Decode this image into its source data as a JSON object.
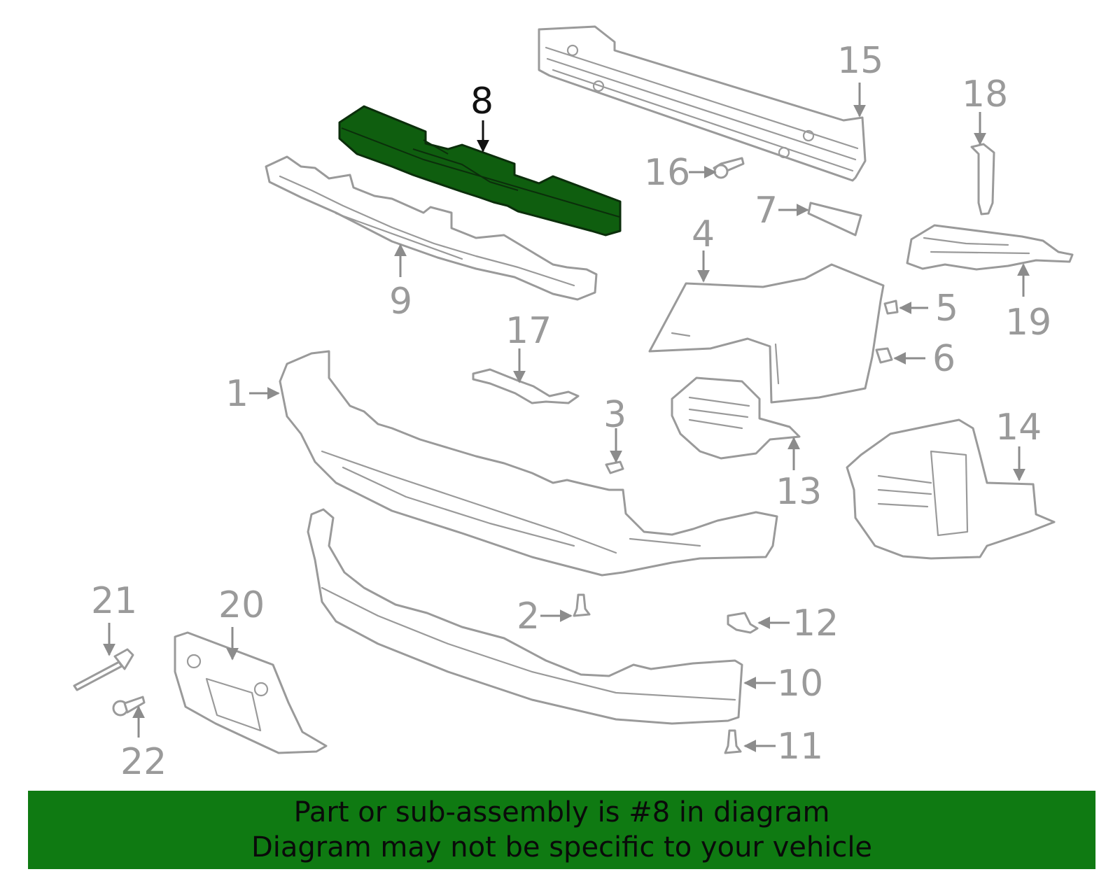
{
  "diagram": {
    "selected_part": "8",
    "highlight_color": "#0f5e0f",
    "banner_color": "#0f7a12",
    "callouts": [
      {
        "id": "1",
        "label": "1"
      },
      {
        "id": "2",
        "label": "2"
      },
      {
        "id": "3",
        "label": "3"
      },
      {
        "id": "4",
        "label": "4"
      },
      {
        "id": "5",
        "label": "5"
      },
      {
        "id": "6",
        "label": "6"
      },
      {
        "id": "7",
        "label": "7"
      },
      {
        "id": "8",
        "label": "8"
      },
      {
        "id": "9",
        "label": "9"
      },
      {
        "id": "10",
        "label": "10"
      },
      {
        "id": "11",
        "label": "11"
      },
      {
        "id": "12",
        "label": "12"
      },
      {
        "id": "13",
        "label": "13"
      },
      {
        "id": "14",
        "label": "14"
      },
      {
        "id": "15",
        "label": "15"
      },
      {
        "id": "16",
        "label": "16"
      },
      {
        "id": "17",
        "label": "17"
      },
      {
        "id": "18",
        "label": "18"
      },
      {
        "id": "19",
        "label": "19"
      },
      {
        "id": "20",
        "label": "20"
      },
      {
        "id": "21",
        "label": "21"
      },
      {
        "id": "22",
        "label": "22"
      }
    ]
  },
  "banner": {
    "line1": "Part or sub-assembly is #8 in diagram",
    "line2": "Diagram may not be specific to your vehicle"
  }
}
